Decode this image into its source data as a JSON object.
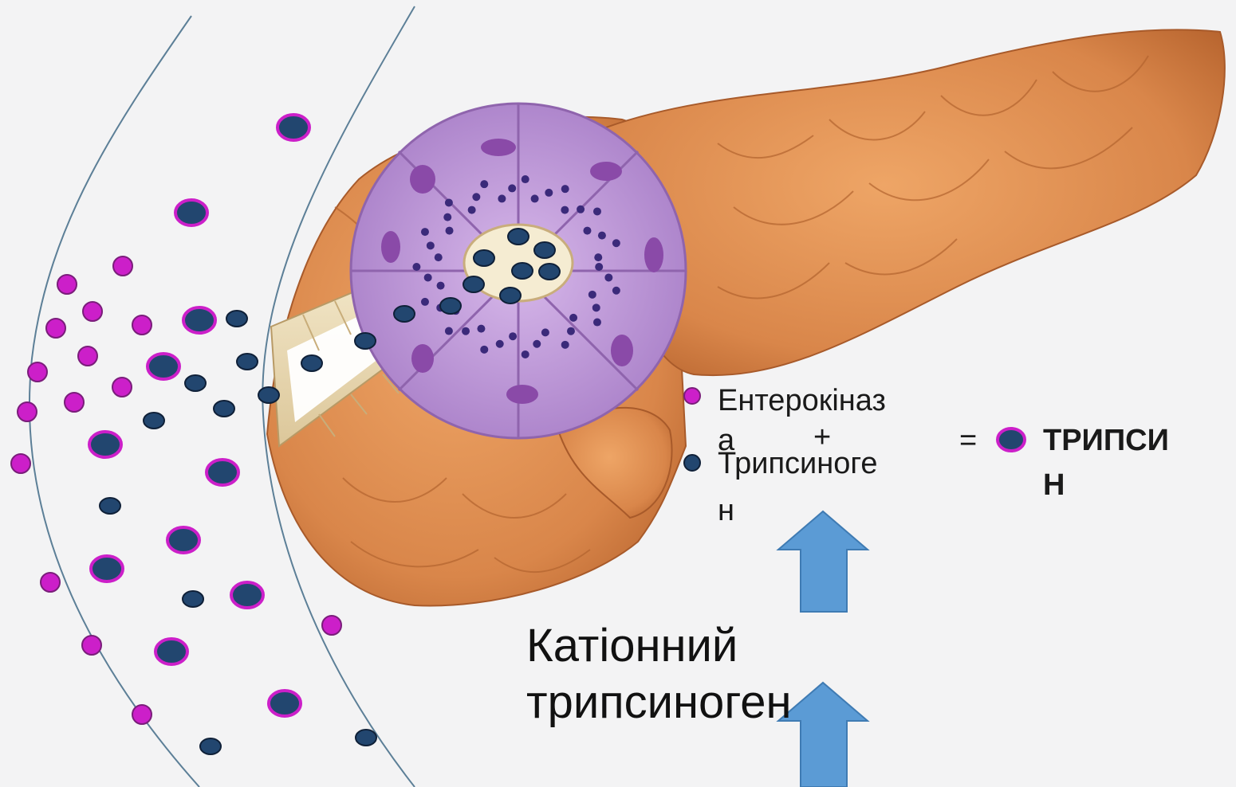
{
  "labels": {
    "enterokinase_line1": "Ентерокіназ",
    "enterokinase_line2": "а",
    "plus": "+",
    "trypsinogen_line1": "Трипсиноге",
    "trypsinogen_line2": "н",
    "equals": "=",
    "trypsin_line1": "ТРИПСИ",
    "trypsin_line2": "Н",
    "cationic_line1": "Катіонний",
    "cationic_line2": "трипсиноген"
  },
  "colors": {
    "enterokinase": "#cc1fc9",
    "trypsinogen": "#22466f",
    "trypsin_outline": "#cc1fc9",
    "arrow": "#5b9bd5",
    "pancreas": "#d98a4d",
    "acinus": "#b98bd3"
  }
}
